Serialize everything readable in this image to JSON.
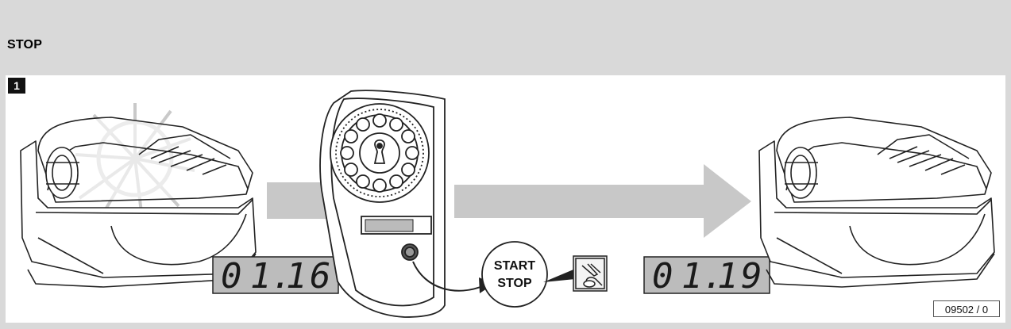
{
  "title": "STOP",
  "step_number": "1",
  "display_before": {
    "digits": [
      "0",
      "1.",
      "1",
      "6"
    ]
  },
  "display_after": {
    "digits": [
      "0",
      "1.",
      "1",
      "9"
    ]
  },
  "start_stop_button": {
    "line1": "START",
    "line2": "STOP"
  },
  "reference_code": "09502 / 0",
  "colors": {
    "frame": "#d9d9d9",
    "arrow": "#c8c8c8",
    "lcd": "#bcbcbc",
    "ink": "#222222"
  },
  "icons": [
    "tanning-bed-icon",
    "sun-rays-icon",
    "control-panel-icon",
    "press-button-icon"
  ]
}
